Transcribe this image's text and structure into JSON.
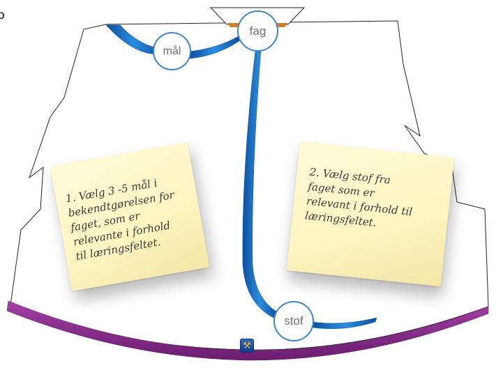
{
  "corner_glyph": "p",
  "nodes": {
    "fag": "fag",
    "mal": "mål",
    "stof": "stof"
  },
  "notes": [
    {
      "text": "1. Vælg 3 -5 mål i\nbekendtgørelsen for\nfaget, som er\nrelevante i forhold\ntil læringsfeltet."
    },
    {
      "text": "2. Vælg stof fra\nfaget som er\nrelevant i forhold til\nlæringsfeltet."
    }
  ],
  "colors": {
    "connector_blue": "#1a6fc4",
    "node_border": "#3a86c8",
    "arc_purple": "#8a2a8c",
    "orange_accent": "#d67d1d",
    "note_yellow": "#fdf4c0"
  },
  "icons": {
    "app_icon": "tools-icon"
  }
}
